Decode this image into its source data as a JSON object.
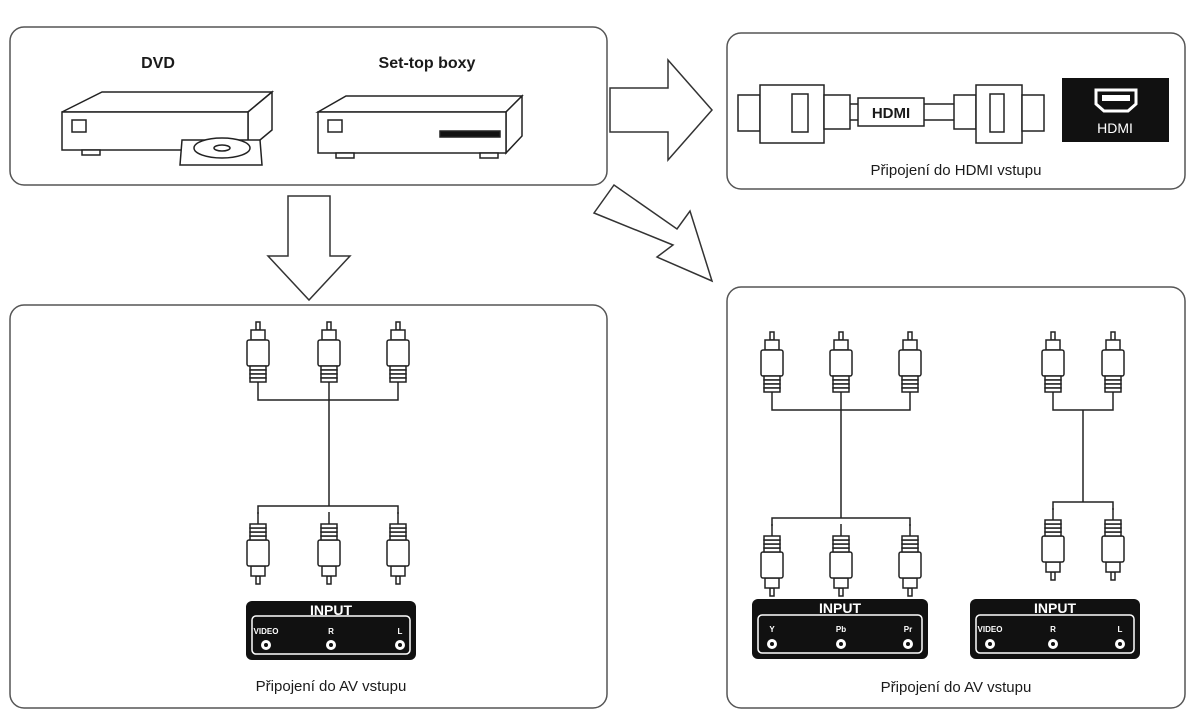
{
  "sources": {
    "dvd_label": "DVD",
    "settop_label": "Set-top boxy"
  },
  "hdmi": {
    "cable_label": "HDMI",
    "port_label": "HDMI",
    "caption": "Připojení do HDMI vstupu"
  },
  "av_left": {
    "panel_title": "INPUT",
    "ports": [
      "VIDEO",
      "R",
      "L"
    ],
    "caption": "Připojení do AV vstupu"
  },
  "av_right": {
    "component_panel": {
      "title": "INPUT",
      "ports": [
        "Y",
        "Pb",
        "Pr"
      ]
    },
    "audio_panel": {
      "title": "INPUT",
      "ports": [
        "VIDEO",
        "R",
        "L"
      ]
    },
    "caption": "Připojení do AV vstupu"
  }
}
